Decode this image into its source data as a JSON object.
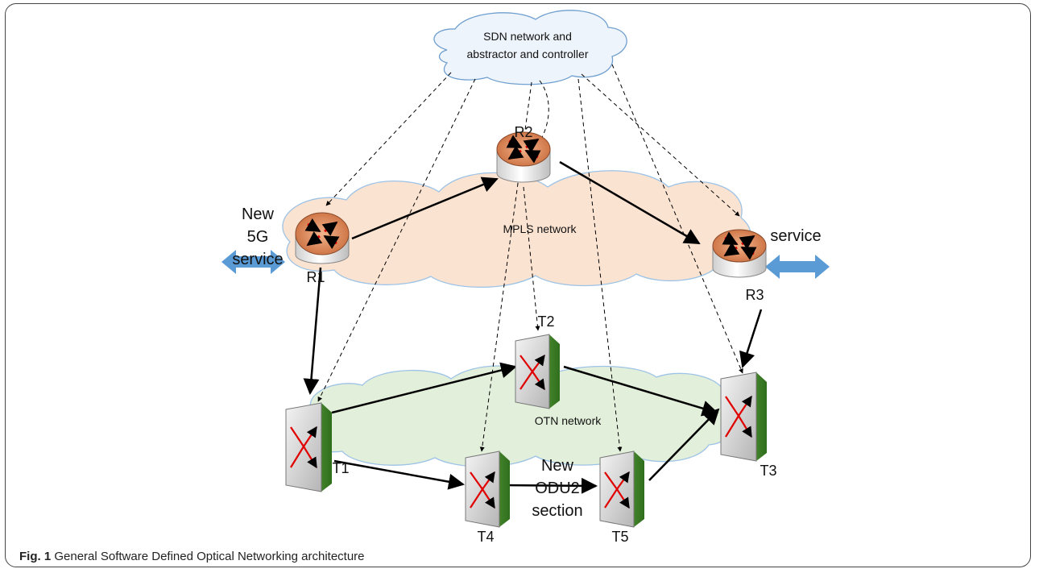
{
  "cloud_sdn": {
    "line1": "SDN network and",
    "line2": "abstractor and controller"
  },
  "cloud_mpls": "MPLS network",
  "cloud_otn": "OTN network",
  "routers": {
    "r1": "R1",
    "r2": "R2",
    "r3": "R3"
  },
  "switches": {
    "t1": "T1",
    "t2": "T2",
    "t3": "T3",
    "t4": "T4",
    "t5": "T5"
  },
  "service_left": {
    "line1": "New",
    "line2": "5G",
    "line3": "service"
  },
  "service_right": "service",
  "odu2": {
    "line1": "New",
    "line2": "ODU2",
    "line3": "section"
  },
  "caption": {
    "prefix": "Fig. 1",
    "text": " General Software Defined Optical Networking architecture"
  },
  "colors": {
    "sdn_cloud": "#eef4fb",
    "mpls_cloud": "#fbe3d2",
    "otn_cloud": "#e2efda",
    "service_arrow": "#5b9bd5",
    "switch_face": "#9fd08a",
    "router_top": "#e0956a"
  }
}
